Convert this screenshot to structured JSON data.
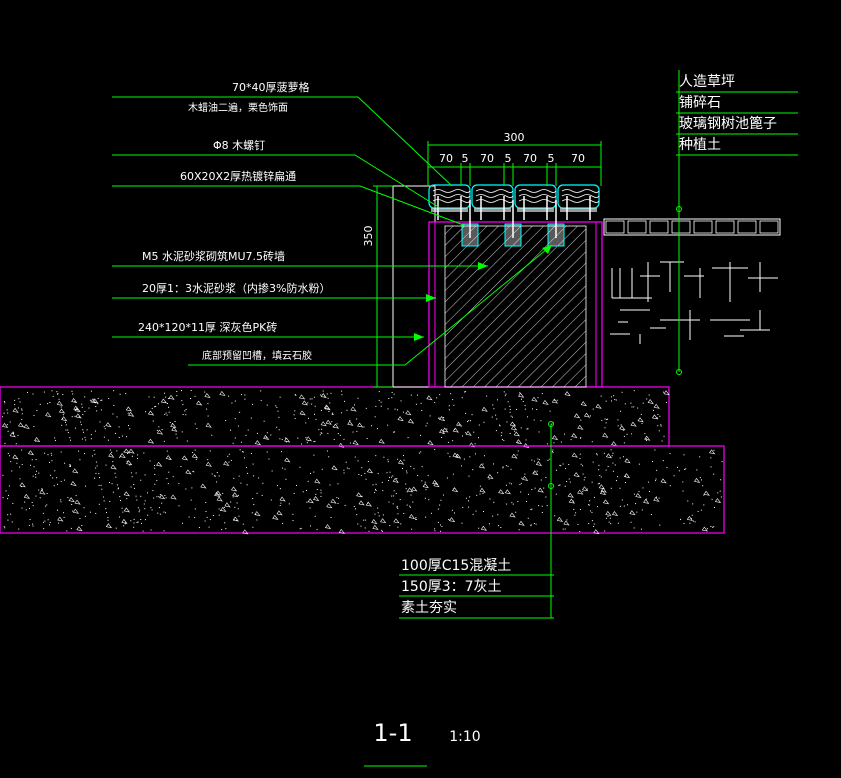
{
  "left_annotations": [
    "70*40厚菠萝格",
    "木蜡油二遍，栗色饰面",
    "Φ8 木螺钉",
    "60X20X2厚热镀锌扁通",
    "M5 水泥砂浆砌筑MU7.5砖墙",
    "20厚1：3水泥砂浆（内掺3%防水粉）",
    "240*120*11厚  深灰色PK砖",
    "底部预留凹槽，填云石胶"
  ],
  "right_annotations": [
    "人造草坪",
    "铺碎石",
    "玻璃钢树池篦子",
    "种植土"
  ],
  "bottom_annotations": [
    "100厚C15混凝土",
    "150厚3：7灰土",
    "素土夯实"
  ],
  "dimensions": {
    "total": "300",
    "segments": [
      "70",
      "5",
      "70",
      "5",
      "70",
      "5",
      "70"
    ],
    "height": "350"
  },
  "section_title": "1-1",
  "scale": "1:10",
  "colors": {
    "background": "#000000",
    "leader_green": "#00ff00",
    "outline_magenta": "#ff00ff",
    "text": "#ffffff",
    "hatch": "#ffffff",
    "cyan": "#00ffff"
  }
}
